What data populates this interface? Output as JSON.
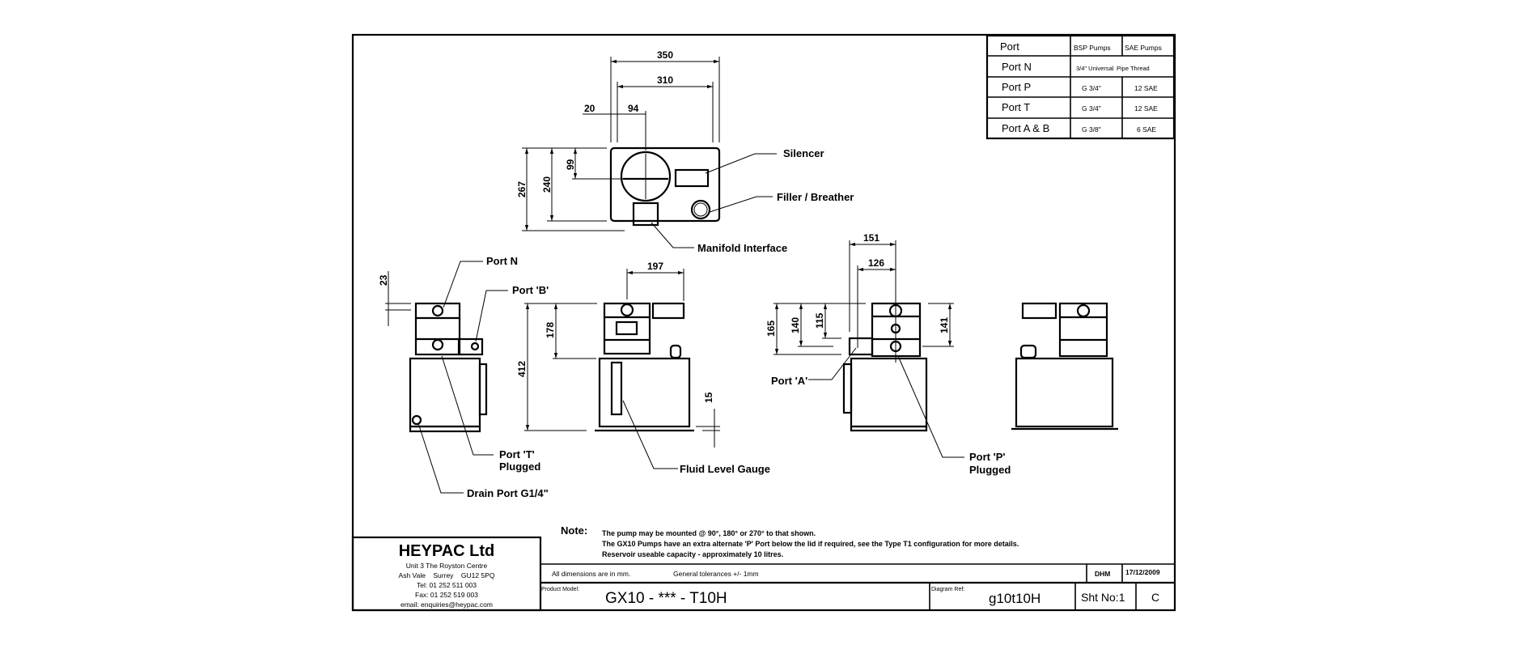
{
  "port_table": {
    "headers": [
      "Port",
      "BSP Pumps",
      "SAE Pumps"
    ],
    "rows": [
      {
        "port": "Port N",
        "bsp": "3/4\" Universal",
        "sae": "Pipe Thread"
      },
      {
        "port": "Port P",
        "bsp": "G 3/4\"",
        "sae": "12 SAE"
      },
      {
        "port": "Port T",
        "bsp": "G 3/4\"",
        "sae": "12 SAE"
      },
      {
        "port": "Port A & B",
        "bsp": "G 3/8\"",
        "sae": "6 SAE"
      }
    ]
  },
  "dimensions": {
    "d350": "350",
    "d310": "310",
    "d20": "20",
    "d94": "94",
    "d267": "267",
    "d240": "240",
    "d99": "99",
    "d23": "23",
    "d197": "197",
    "d178": "178",
    "d412": "412",
    "d15": "15",
    "d151": "151",
    "d126": "126",
    "d165": "165",
    "d140": "140",
    "d115": "115",
    "d141": "141"
  },
  "labels": {
    "silencer": "Silencer",
    "filler": "Filler / Breather",
    "manifold": "Manifold Interface",
    "port_n": "Port N",
    "port_b": "Port 'B'",
    "port_t": "Port 'T'",
    "port_t_plugged": "Plugged",
    "drain": "Drain Port G1/4\"",
    "fluid_gauge": "Fluid Level Gauge",
    "port_a": "Port 'A'",
    "port_p": "Port 'P'",
    "port_p_plugged": "Plugged"
  },
  "notes": {
    "label": "Note:",
    "lines": [
      "The pump may be mounted @ 90°, 180° or 270° to that shown.",
      "The GX10 Pumps have an extra alternate 'P' Port below the lid if required, see the Type T1 configuration for more details.",
      "Reservoir useable capacity - approximately 10 litres."
    ]
  },
  "company": {
    "name": "HEYPAC Ltd",
    "address1": "Unit 3 The Royston Centre",
    "address2": "Ash Vale    Surrey    GU12 5PQ",
    "tel": "Tel: 01 252 511 003",
    "fax": "Fax: 01 252 519 003",
    "email": "email: enquiries@heypac.com"
  },
  "title_block": {
    "dims_note": "All dimensions are in mm.",
    "tolerance": "General tolerances +/- 1mm",
    "drawn_by": "DHM",
    "date": "17/12/2009",
    "product_model_label": "Product Model:",
    "product_model": "GX10 - *** - T10H",
    "diagram_ref_label": "Diagram Ref:",
    "diagram_ref": "g10t10H",
    "sheet": "Sht No:1",
    "revision": "C"
  }
}
